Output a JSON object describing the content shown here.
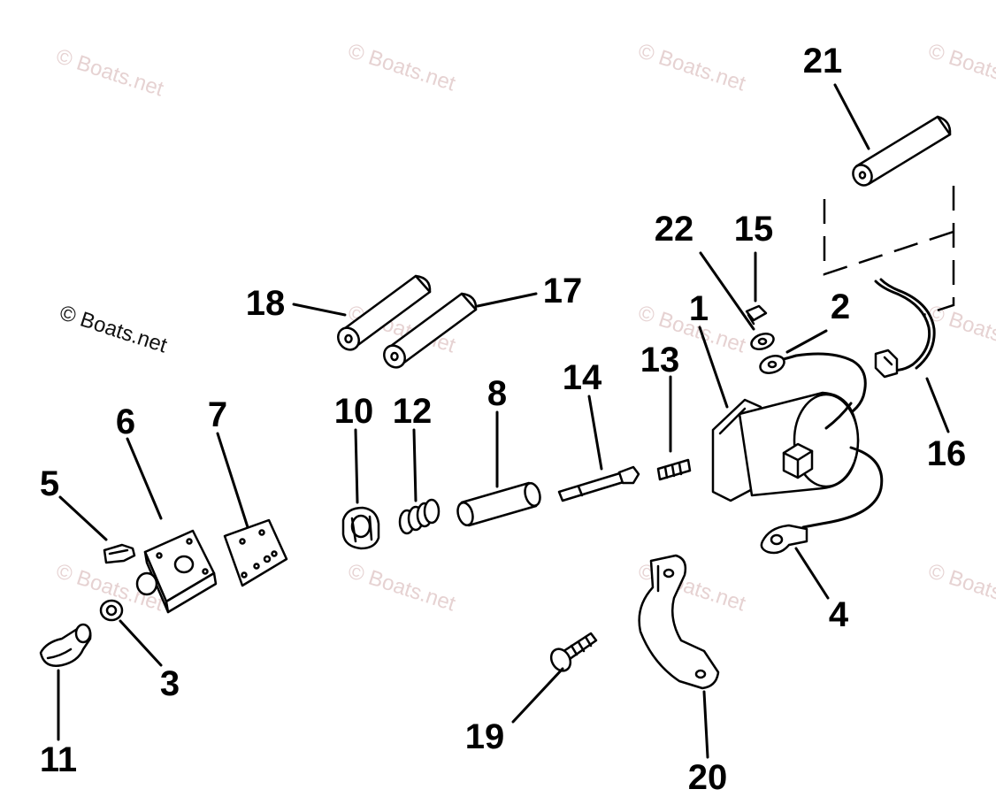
{
  "watermark": {
    "text": "© Boats.net"
  },
  "callouts": {
    "c1": "1",
    "c2": "2",
    "c3": "3",
    "c4": "4",
    "c5": "5",
    "c6": "6",
    "c7": "7",
    "c8": "8",
    "c10": "10",
    "c11": "11",
    "c12": "12",
    "c13": "13",
    "c14": "14",
    "c15": "15",
    "c16": "16",
    "c17": "17",
    "c18": "18",
    "c19": "19",
    "c20": "20",
    "c21": "21",
    "c22": "22"
  }
}
